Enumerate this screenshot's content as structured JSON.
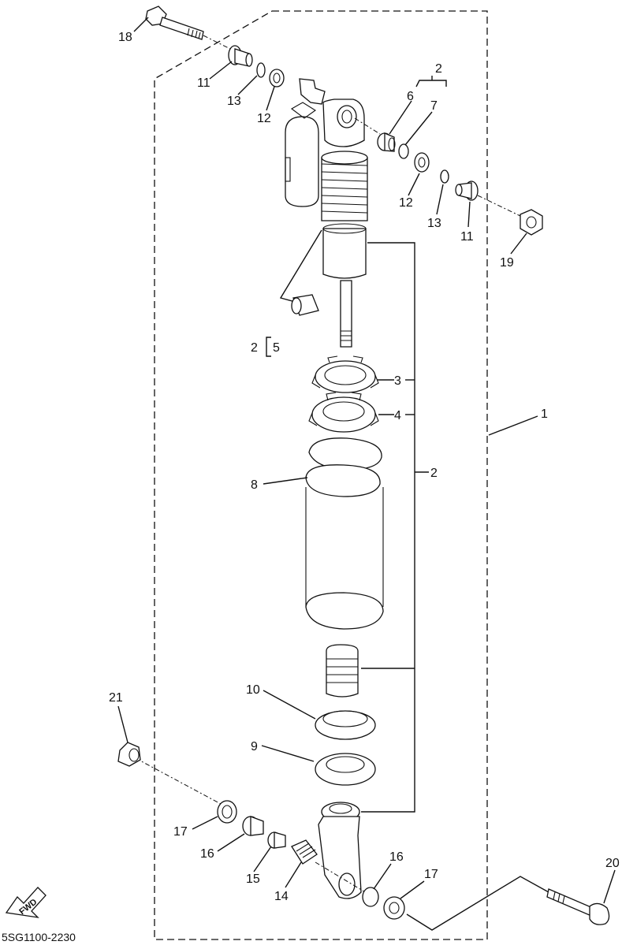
{
  "diagram": {
    "callouts": {
      "c1": "1",
      "c2_top": "2",
      "c2_mid": "2",
      "c2_bracket": "2",
      "c3": "3",
      "c4": "4",
      "c5": "5",
      "c6": "6",
      "c7": "7",
      "c8": "8",
      "c9": "9",
      "c10": "10",
      "c11_left": "11",
      "c11_right": "11",
      "c12_left": "12",
      "c12_right": "12",
      "c13_left": "13",
      "c13_right": "13",
      "c14": "14",
      "c15": "15",
      "c16_left": "16",
      "c16_right": "16",
      "c17_left": "17",
      "c17_right": "17",
      "c18": "18",
      "c19": "19",
      "c20": "20",
      "c21": "21"
    },
    "fwd_label": "FWD",
    "figure_code": "5SG1100-2230"
  }
}
